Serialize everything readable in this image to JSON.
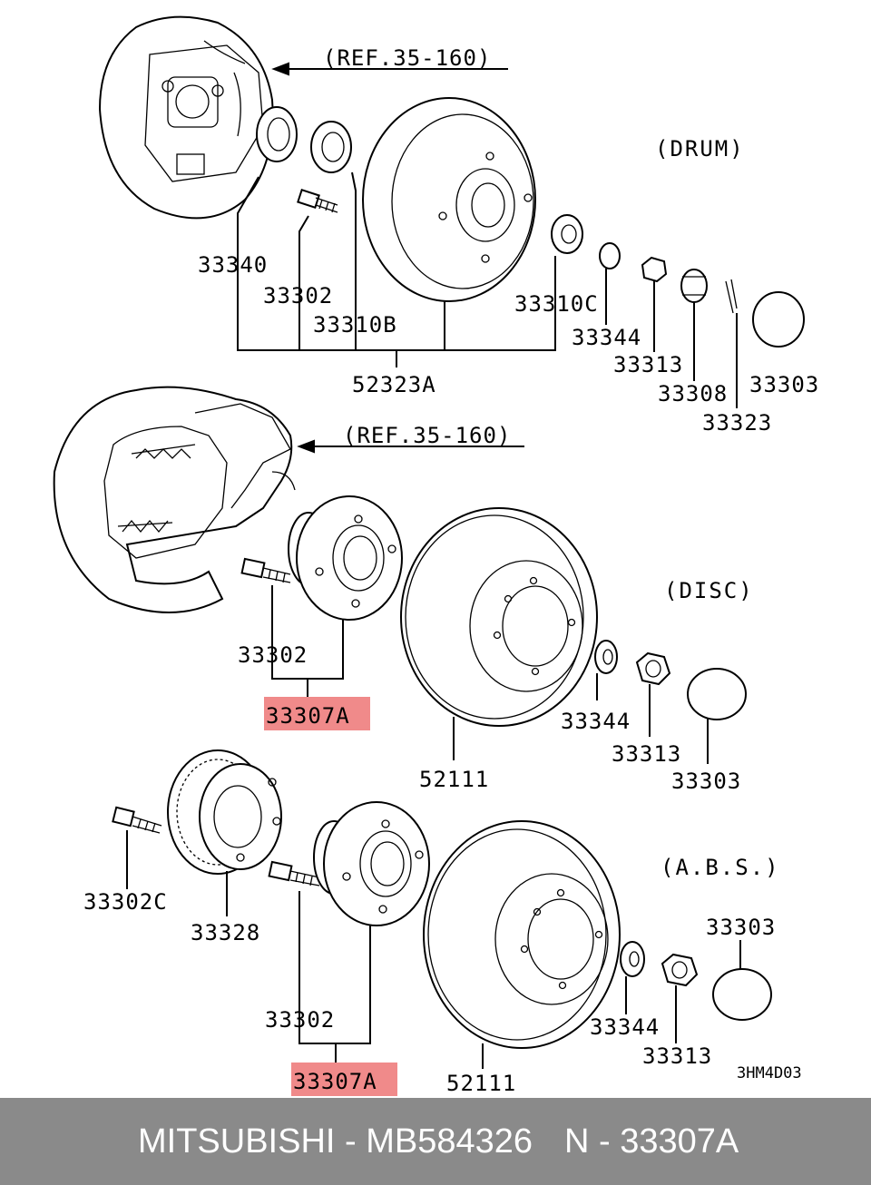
{
  "sections": {
    "drum": "(DRUM)",
    "disc": "(DISC)",
    "abs": "(A.B.S.)"
  },
  "refs": {
    "ref1": "(REF.35-160)",
    "ref2": "(REF.35-160)"
  },
  "labels": {
    "l33340": "33340",
    "l33302a": "33302",
    "l33310b": "33310B",
    "l52323a": "52323A",
    "l33310c": "33310C",
    "l33344a": "33344",
    "l33313a": "33313",
    "l33308": "33308",
    "l33303a": "33303",
    "l33323": "33323",
    "l33302b": "33302",
    "l33307a1": "33307A",
    "l52111a": "52111",
    "l33344b": "33344",
    "l33313b": "33313",
    "l33303b": "33303",
    "l33302c": "33302C",
    "l33328": "33328",
    "l33302d": "33302",
    "l33307a2": "33307A",
    "l52111b": "52111",
    "l33344c": "33344",
    "l33313c": "33313",
    "l33303c": "33303"
  },
  "diagram_code": "3HM4D03",
  "highlight_color": "#f08a8a",
  "footer": {
    "brand": "MITSUBISHI - MB584326",
    "part": "N - 33307A"
  }
}
